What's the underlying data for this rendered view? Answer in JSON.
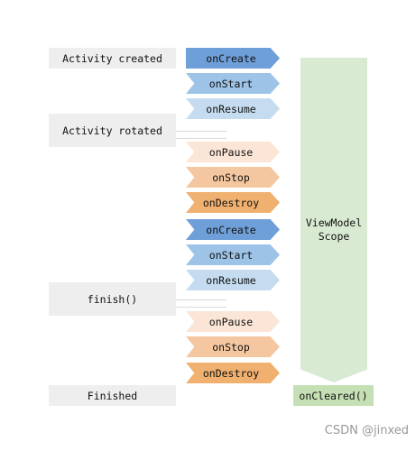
{
  "colors": {
    "event_box": "#eeeeee",
    "create_dark": "#6f9fd8",
    "start_mid": "#9dc3e6",
    "resume_light": "#c5dcf0",
    "pause_light": "#fbe5d6",
    "stop_mid": "#f4c7a0",
    "destroy_dark": "#efb070",
    "scope_fill": "#d9ead3",
    "cleared_fill": "#c5e0b4"
  },
  "events": [
    {
      "id": "activity-created",
      "label": "Activity created"
    },
    {
      "id": "activity-rotated",
      "label": "Activity rotated"
    },
    {
      "id": "finish",
      "label": "finish()"
    },
    {
      "id": "finished",
      "label": "Finished"
    }
  ],
  "lifecycle": [
    {
      "label": "onCreate",
      "color": "create_dark"
    },
    {
      "label": "onStart",
      "color": "start_mid"
    },
    {
      "label": "onResume",
      "color": "resume_light"
    },
    {
      "label": "onPause",
      "color": "pause_light"
    },
    {
      "label": "onStop",
      "color": "stop_mid"
    },
    {
      "label": "onDestroy",
      "color": "destroy_dark"
    },
    {
      "label": "onCreate",
      "color": "create_dark"
    },
    {
      "label": "onStart",
      "color": "start_mid"
    },
    {
      "label": "onResume",
      "color": "resume_light"
    },
    {
      "label": "onPause",
      "color": "pause_light"
    },
    {
      "label": "onStop",
      "color": "stop_mid"
    },
    {
      "label": "onDestroy",
      "color": "destroy_dark"
    }
  ],
  "scope": {
    "line1": "ViewModel",
    "line2": "Scope",
    "cleared": "onCleared()"
  },
  "watermark": "CSDN @jinxed"
}
